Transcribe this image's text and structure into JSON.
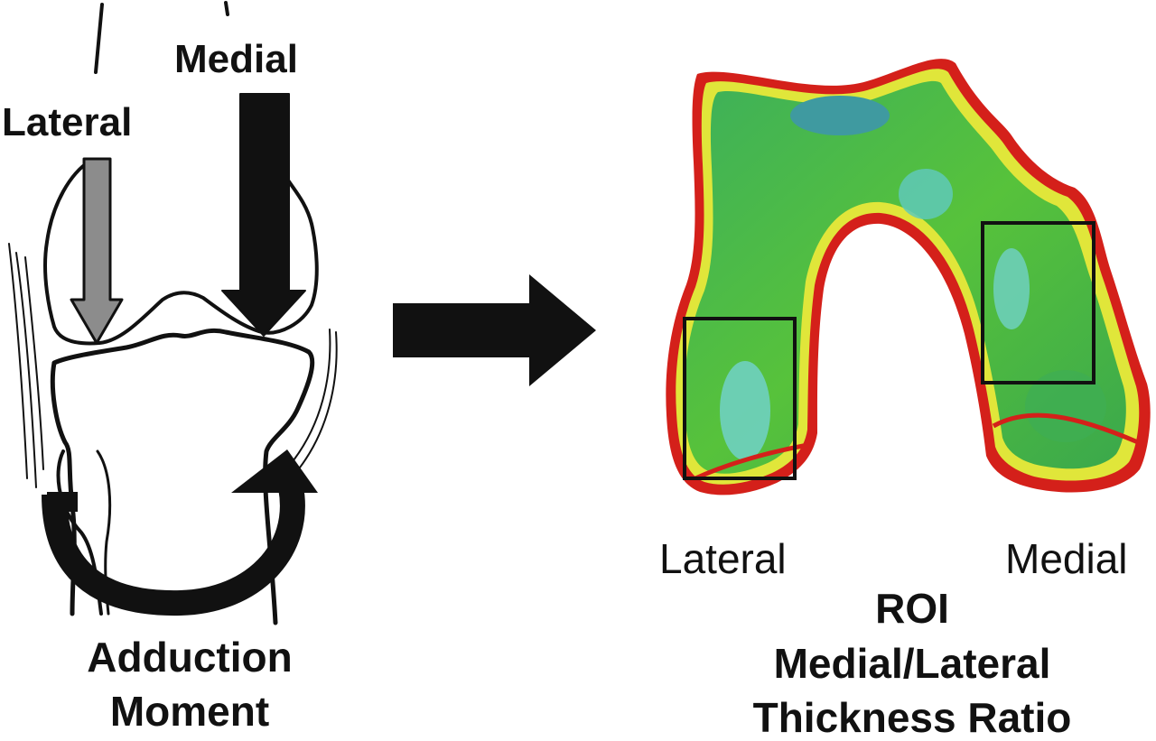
{
  "left_panel": {
    "lateral_label": "Lateral",
    "medial_label": "Medial",
    "moment_line1": "Adduction",
    "moment_line2": "Moment"
  },
  "right_panel": {
    "lateral_label": "Lateral",
    "medial_label": "Medial",
    "roi_line1": "ROI",
    "roi_line2": "Medial/Lateral",
    "roi_line3": "Thickness Ratio"
  },
  "colors": {
    "ink": "#111111",
    "gray_arrow": "#8c8c8c",
    "cartilage_green": "#4fbf3a",
    "cartilage_yellow": "#e8e83a",
    "cartilage_red": "#d4201a",
    "cartilage_teal": "#5fc9b8"
  }
}
